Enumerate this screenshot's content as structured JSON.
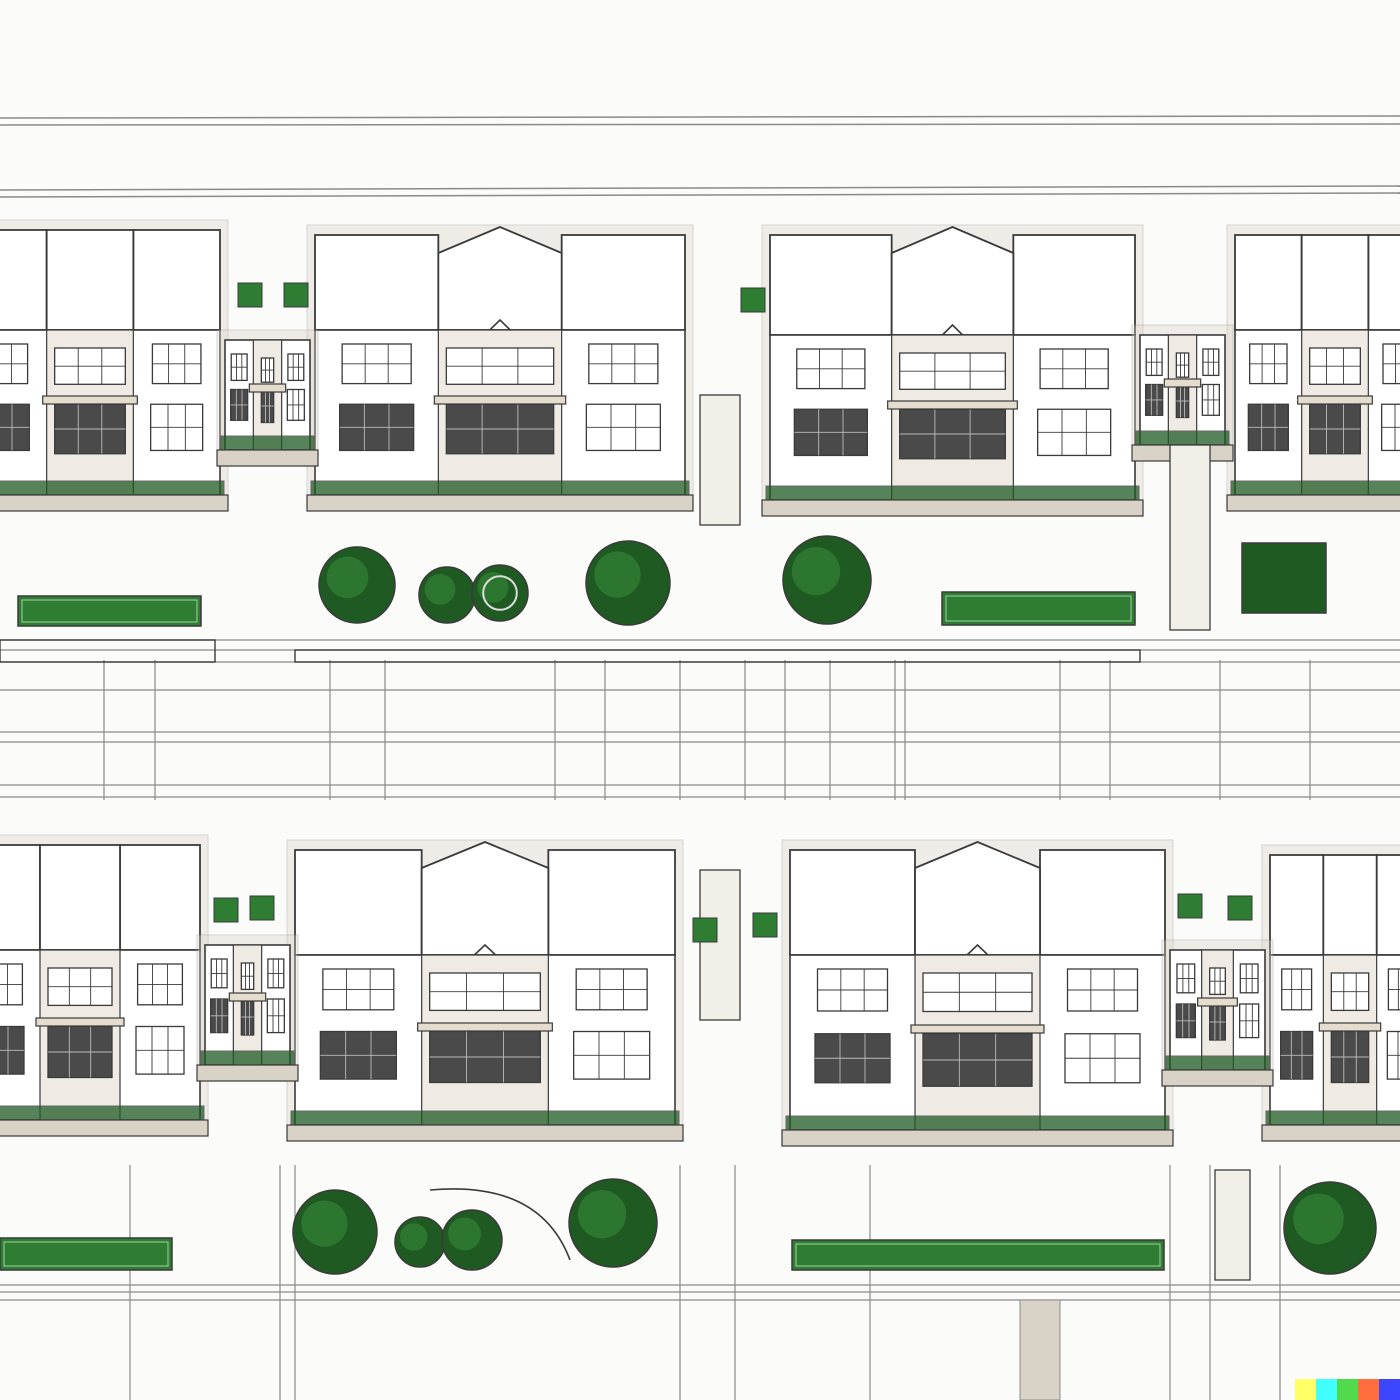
{
  "palette": {
    "paper": "#fbfbfa",
    "ink": "#3a3a3a",
    "ink_light": "#8a8a8a",
    "wall": "#ffffff",
    "shade": "#d9d2c7",
    "window_dark": "#4a4a4a",
    "green": "#2f7d32",
    "green_dark": "#1f5a23",
    "sand": "#e4dccd"
  },
  "watermark_colors": [
    "#ffff66",
    "#42ffff",
    "#51da4c",
    "#ff6e3c",
    "#3c46ff"
  ],
  "rows": [
    {
      "name": "upper-row",
      "houses": [
        "house-1",
        "house-2",
        "house-3",
        "house-4",
        "house-5",
        "house-6"
      ],
      "trees": [
        "tree-a",
        "tree-b",
        "tree-c",
        "tree-d",
        "tree-e"
      ],
      "lawns": [
        "lawn-a",
        "lawn-b"
      ]
    },
    {
      "name": "lower-row",
      "houses": [
        "house-7",
        "house-8",
        "house-9",
        "house-10",
        "house-11",
        "house-12"
      ],
      "trees": [
        "tree-f",
        "tree-g",
        "tree-h",
        "tree-i",
        "tree-j"
      ],
      "lawns": [
        "lawn-c",
        "lawn-d"
      ]
    }
  ]
}
